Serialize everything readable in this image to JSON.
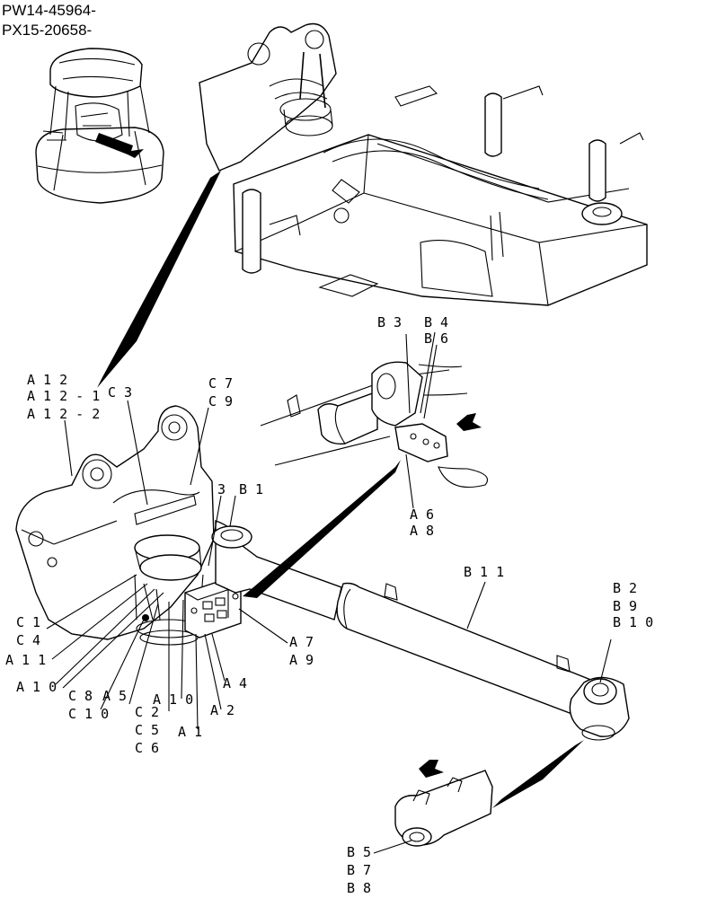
{
  "header": {
    "serial_line_1": "PW14-45964-",
    "serial_line_2": "PX15-20658-"
  },
  "callouts": {
    "a12": "A 1 2",
    "a12_1": "A 1 2 - 1",
    "a12_2": "A 1 2 - 2",
    "c3": "C 3",
    "c7": "C 7",
    "c9": "C 9",
    "three": "3",
    "b1": "B 1",
    "b3": "B 3",
    "b4": "B 4",
    "b6": "B 6",
    "a6": "A 6",
    "a8": "A 8",
    "b11": "B 1 1",
    "b2": "B 2",
    "b9": "B 9",
    "b10": "B 1 0",
    "c1": "C 1",
    "c4": "C 4",
    "a11": "A 1 1",
    "a7": "A 7",
    "a9": "A 9",
    "a10_left": "A 1 0",
    "c8": "C 8",
    "a5": "A 5",
    "c10": "C 1 0",
    "a10_mid": "A 1 0",
    "c2": "C 2",
    "c5": "C 5",
    "c6": "C 6",
    "a4": "A 4",
    "a2": "A 2",
    "a1": "A 1",
    "b5": "B 5",
    "b7": "B 7",
    "b8": "B 8"
  }
}
